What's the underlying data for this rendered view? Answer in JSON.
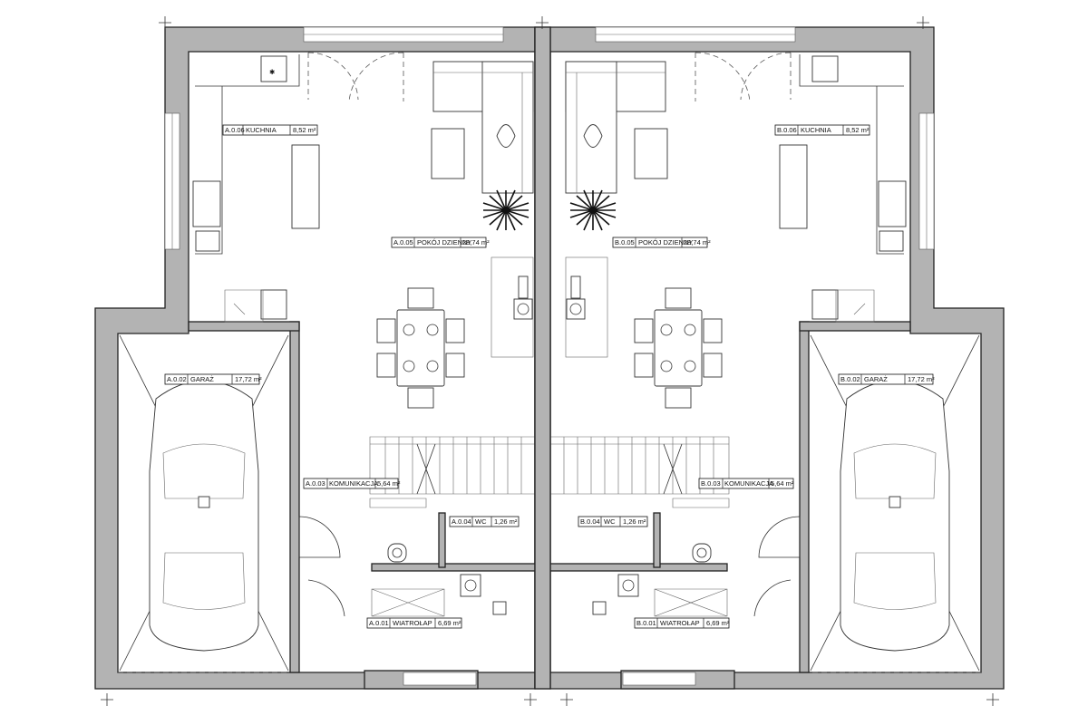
{
  "rooms": {
    "a_kitchen": {
      "code": "A.0.06",
      "name": "KUCHNIA",
      "area": "8,52 m²"
    },
    "a_living": {
      "code": "A.0.05",
      "name": "POKÓJ DZIENNY",
      "area": "28,74 m²"
    },
    "a_garage": {
      "code": "A.0.02",
      "name": "GARAŻ",
      "area": "17,72 m²"
    },
    "a_corridor": {
      "code": "A.0.03",
      "name": "KOMUNIKACJA",
      "area": "5,64 m²"
    },
    "a_wc": {
      "code": "A.0.04",
      "name": "WC",
      "area": "1,26 m²"
    },
    "a_vestibule": {
      "code": "A.0.01",
      "name": "WIATROŁAP",
      "area": "6,69 m²"
    },
    "b_kitchen": {
      "code": "B.0.06",
      "name": "KUCHNIA",
      "area": "8,52 m²"
    },
    "b_living": {
      "code": "B.0.05",
      "name": "POKÓJ DZIENNY",
      "area": "28,74 m²"
    },
    "b_garage": {
      "code": "B.0.02",
      "name": "GARAŻ",
      "area": "17,72 m²"
    },
    "b_corridor": {
      "code": "B.0.03",
      "name": "KOMUNIKACJA",
      "area": "5,64 m²"
    },
    "b_wc": {
      "code": "B.0.04",
      "name": "WC",
      "area": "1,26 m²"
    },
    "b_vestibule": {
      "code": "B.0.01",
      "name": "WIATROŁAP",
      "area": "6,69 m²"
    }
  },
  "colors": {
    "wall_fill": "#b3b3b3",
    "line": "#333333",
    "background": "#ffffff"
  }
}
